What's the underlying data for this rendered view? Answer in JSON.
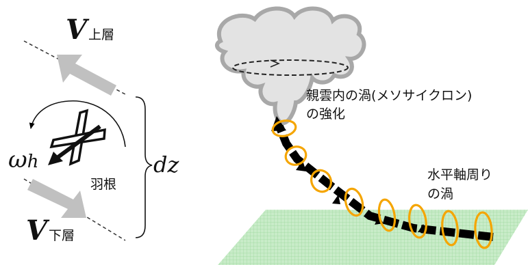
{
  "left_panel": {
    "v_upper_symbol": "V",
    "v_upper_sub": "上層",
    "v_lower_symbol": "V",
    "v_lower_sub": "下層",
    "omega_symbol": "ω",
    "omega_sub": "h",
    "vane_label": "羽根",
    "dz_label": "dz"
  },
  "right_panel": {
    "mesocyclone_line1": "親雲内の渦(メソサイクロン)",
    "mesocyclone_line2": "の強化",
    "horizontal_line1": "水平軸周り",
    "horizontal_line2": "の渦"
  },
  "colors": {
    "wind_arrow": "#c0c0c0",
    "cloud_fill": "#e3e3e3",
    "cloud_edge": "#a8a8a8",
    "vortex_loop": "#f5a500",
    "ground": "#c8ecc8",
    "ground_grid": "#9fd89f",
    "vortex_axis": "#000000"
  }
}
